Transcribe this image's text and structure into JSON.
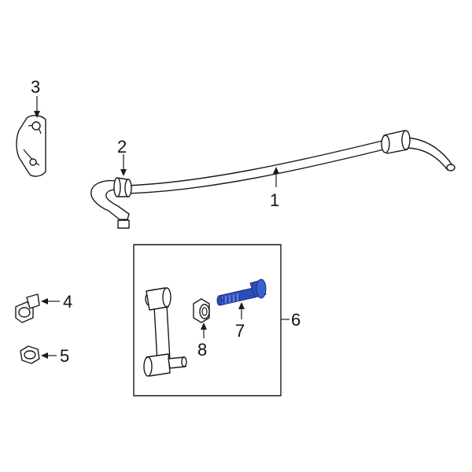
{
  "diagram": {
    "background": "#ffffff",
    "line_color": "#1a1a1a",
    "highlight_color": "#2b4db8",
    "callouts": {
      "n1": "1",
      "n2": "2",
      "n3": "3",
      "n4": "4",
      "n5": "5",
      "n6": "6",
      "n7": "7",
      "n8": "8"
    },
    "highlighted_part": "7"
  }
}
